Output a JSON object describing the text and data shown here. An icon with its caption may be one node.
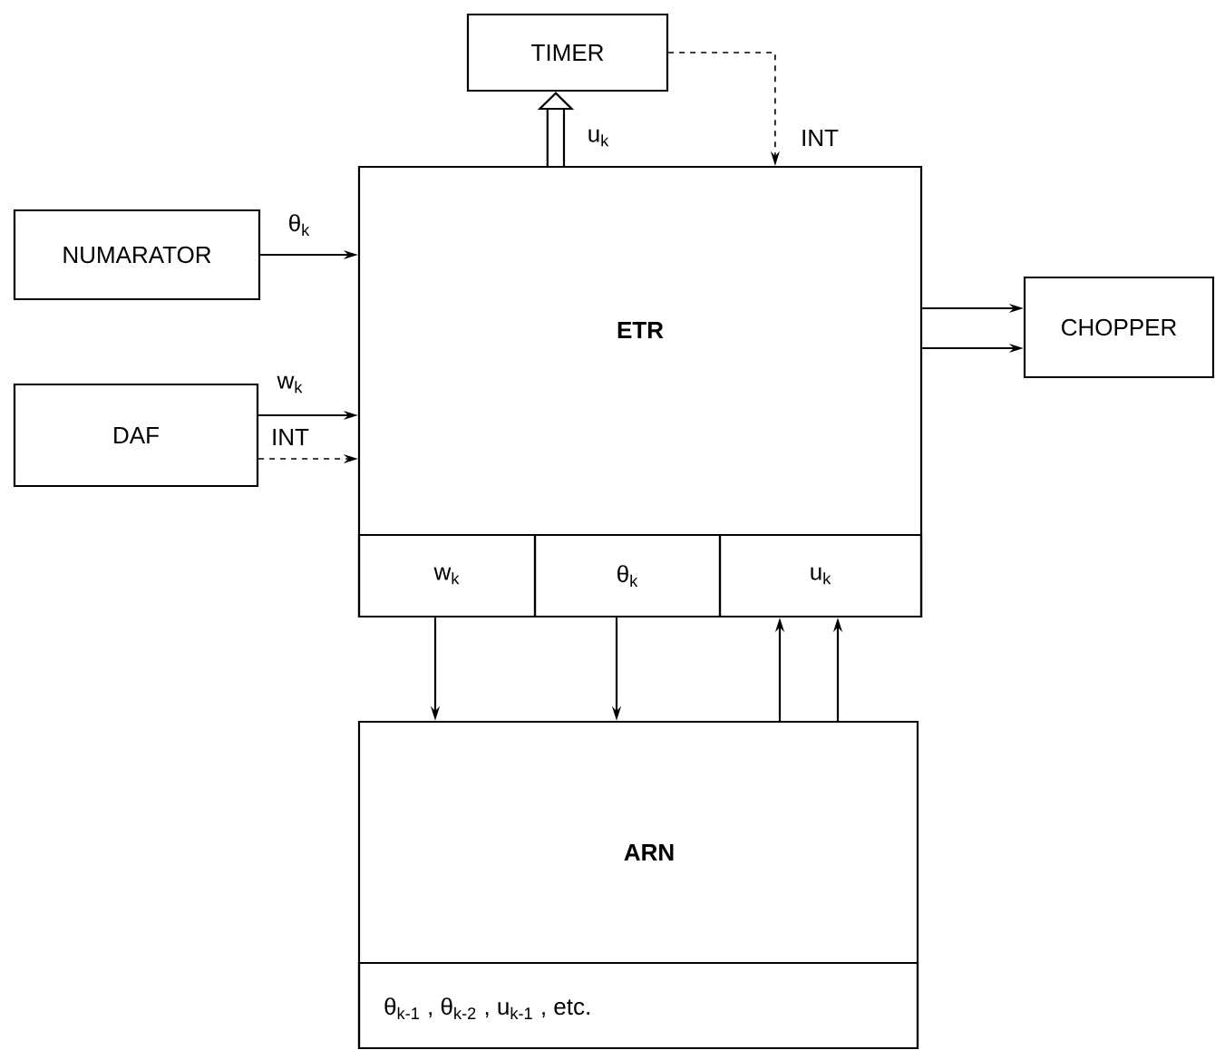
{
  "diagram": {
    "nodes": [
      {
        "text": [
          "TIMER"
        ]
      },
      {
        "text": [
          "NUMARATOR"
        ]
      },
      {
        "text": [
          "ETR"
        ]
      },
      {
        "text": [
          "DAF"
        ]
      },
      {
        "text": [
          "CHOPPER"
        ]
      },
      {
        "text": [
          "w$_{k}$"
        ],
        "in": 2
      },
      {
        "text": [
          "θ$_{k}$"
        ],
        "in": 2
      },
      {
        "text": [
          "u$_{k}$"
        ],
        "in": 2
      },
      {
        "text": [
          "ARN"
        ]
      },
      {
        "text": [
          "θ$_{k-1}$ , θ$_{k-2}$ , u$_{k-1}$ , etc."
        ],
        "in": 8
      }
    ],
    "edges": [
      {
        "from": 2,
        "to": 0,
        "arrow": "to",
        "label": "u$_{k}$",
        "style": "thick"
      },
      {
        "from": 0,
        "to": 2,
        "arrow": "to",
        "label": "INT",
        "style": "dashed"
      },
      {
        "from": 1,
        "to": 2,
        "arrow": "to",
        "label": "θ$_{k}$"
      },
      {
        "from": 3,
        "to": 2,
        "arrow": "to",
        "label": "w$_{k}$"
      },
      {
        "from": 3,
        "to": 2,
        "arrow": "to",
        "label": "INT",
        "style": "dashed"
      },
      {
        "from": 2,
        "to": 4,
        "arrow": "to"
      },
      {
        "from": 2,
        "to": 4,
        "arrow": "to"
      },
      {
        "from": 5,
        "to": 8,
        "arrow": "to"
      },
      {
        "from": 6,
        "to": 8,
        "arrow": "to"
      },
      {
        "from": 8,
        "to": 7,
        "arrow": "to"
      },
      {
        "from": 8,
        "to": 7,
        "arrow": "to"
      }
    ]
  }
}
